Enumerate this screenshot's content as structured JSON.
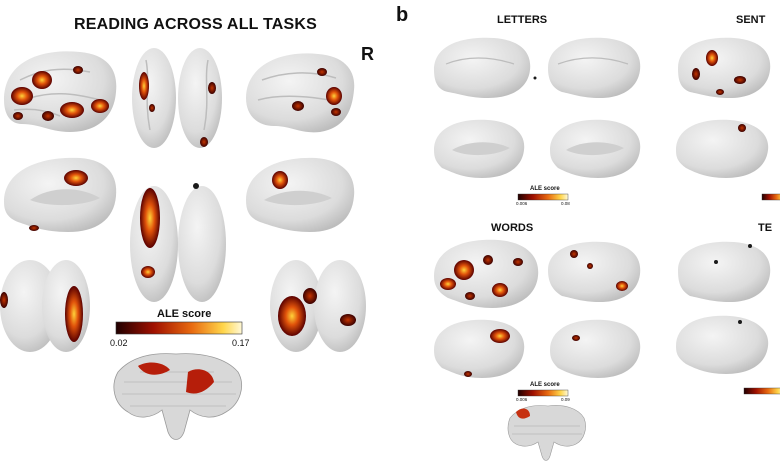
{
  "panel_a": {
    "title": "READING ACROSS ALL TASKS",
    "hemisphere_label": "R",
    "colorbar": {
      "label": "ALE score",
      "min": "0.02",
      "max": "0.17"
    }
  },
  "panel_b": {
    "panel_letter": "b",
    "letters": {
      "title": "LETTERS",
      "colorbar": {
        "label": "ALE score",
        "min": "0.006",
        "max": "0.08"
      }
    },
    "sentences": {
      "title": "SENT"
    },
    "words": {
      "title": "WORDS",
      "colorbar": {
        "label": "ALE score",
        "min": "0.006",
        "max": "0.09"
      }
    },
    "texts": {
      "title": "TE"
    }
  },
  "colors": {
    "brain": "#e3e3e3",
    "brain_shadow": "#c9c9c9",
    "activation_low": "#3a0000",
    "activation_mid": "#d03a00",
    "activation_high": "#ffe64a"
  }
}
